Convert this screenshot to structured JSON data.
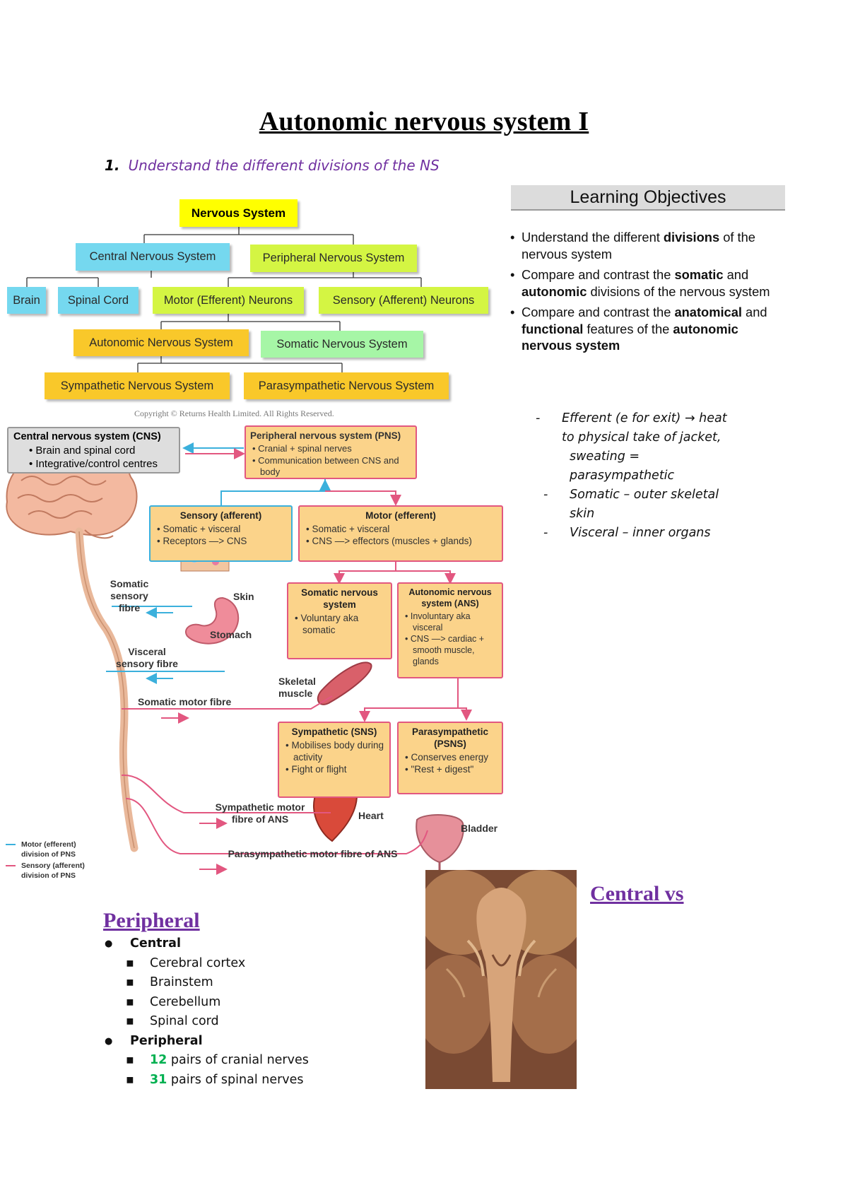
{
  "title": "Autonomic nervous system I",
  "objective_heading": {
    "number": "1.",
    "text": "Understand the different divisions of the NS"
  },
  "flowchart": {
    "nervous_system": "Nervous System",
    "cns": "Central Nervous System",
    "pns": "Peripheral Nervous System",
    "brain": "Brain",
    "spinal_cord": "Spinal Cord",
    "motor": "Motor (Efferent) Neurons",
    "sensory": "Sensory (Afferent) Neurons",
    "ans": "Autonomic Nervous System",
    "sns_somatic": "Somatic Nervous System",
    "sympathetic": "Sympathetic Nervous System",
    "parasympathetic": "Parasympathetic Nervous System",
    "copyright": "Copyright © Returns Health Limited. All Rights Reserved."
  },
  "learning_objectives": {
    "heading": "Learning Objectives",
    "items": [
      {
        "a": "Understand the different ",
        "b": "divisions",
        "c": " of the nervous system",
        "d": "",
        "e": "",
        "f": ""
      },
      {
        "a": "Compare and contrast the ",
        "b": "somatic",
        "c": " and ",
        "d": "autonomic",
        "e": " divisions of the nervous system",
        "f": ""
      },
      {
        "a": "Compare and contrast the ",
        "b": "anatomical",
        "c": " and ",
        "d": "functional",
        "e": " features of the ",
        "f": "autonomic nervous system"
      }
    ]
  },
  "notes": {
    "dash": "-",
    "efferent_1": "Efferent (e for exit) → heat",
    "efferent_2": "to physical take of jacket,",
    "efferent_3": "sweating =",
    "efferent_4": "parasympathetic",
    "somatic_1": "Somatic – outer skeletal",
    "somatic_2": "skin",
    "visceral": "Visceral – inner organs"
  },
  "diagram": {
    "cns_title": "Central nervous system (CNS)",
    "cns_items": [
      "Brain and spinal cord",
      "Integrative/control centres"
    ],
    "pns_title": "Peripheral nervous system (PNS)",
    "pns_items": [
      "Cranial + spinal nerves",
      "Communication between CNS and body"
    ],
    "sensory_title": "Sensory (afferent)",
    "sensory_items": [
      "Somatic + visceral",
      "Receptors —> CNS"
    ],
    "motor_title": "Motor (efferent)",
    "motor_items": [
      "Somatic + visceral",
      "CNS —> effectors (muscles + glands)"
    ],
    "somatic_ns_title": "Somatic nervous system",
    "somatic_ns_items": [
      "Voluntary aka somatic"
    ],
    "ans_title": "Autonomic nervous system (ANS)",
    "ans_items": [
      "Involuntary aka visceral",
      "CNS —> cardiac + smooth muscle, glands"
    ],
    "symp_title": "Sympathetic (SNS)",
    "symp_items": [
      "Mobilises body during activity",
      "Fight or flight"
    ],
    "para_title": "Parasympathetic (PSNS)",
    "para_items": [
      "Conserves energy",
      "\"Rest + digest\""
    ],
    "labels": {
      "somatic_sensory": "Somatic sensory fibre",
      "skin": "Skin",
      "stomach": "Stomach",
      "visceral_sensory": "Visceral sensory fibre",
      "skeletal_muscle": "Skeletal muscle",
      "somatic_motor": "Somatic motor fibre",
      "sympathetic_motor": "Sympathetic motor fibre of ANS",
      "heart": "Heart",
      "bladder": "Bladder",
      "parasympathetic_motor": "Parasympathetic motor fibre of ANS"
    },
    "legend": [
      {
        "label": "Motor (efferent) division of PNS",
        "color": "#3bb0dc"
      },
      {
        "label": "Sensory (afferent) division of PNS",
        "color": "#e25780"
      }
    ]
  },
  "bottom": {
    "peripheral_heading": "Peripheral",
    "central_vs": "Central vs",
    "central_label": "Central",
    "central_items": [
      "Cerebral cortex",
      "Brainstem",
      "Cerebellum",
      "Spinal cord"
    ],
    "peripheral_label": "Peripheral",
    "cranial_count": "12",
    "cranial_text": " pairs of cranial nerves",
    "spinal_count": "31",
    "spinal_text": " pairs of spinal nerves"
  },
  "colors": {
    "purple": "#7030a0",
    "green": "#00b050",
    "yellow": "#ffff00",
    "cyan": "#75d8ef",
    "lime": "#d4f543",
    "orange": "#f9c82a",
    "mint": "#a6f6a6"
  }
}
